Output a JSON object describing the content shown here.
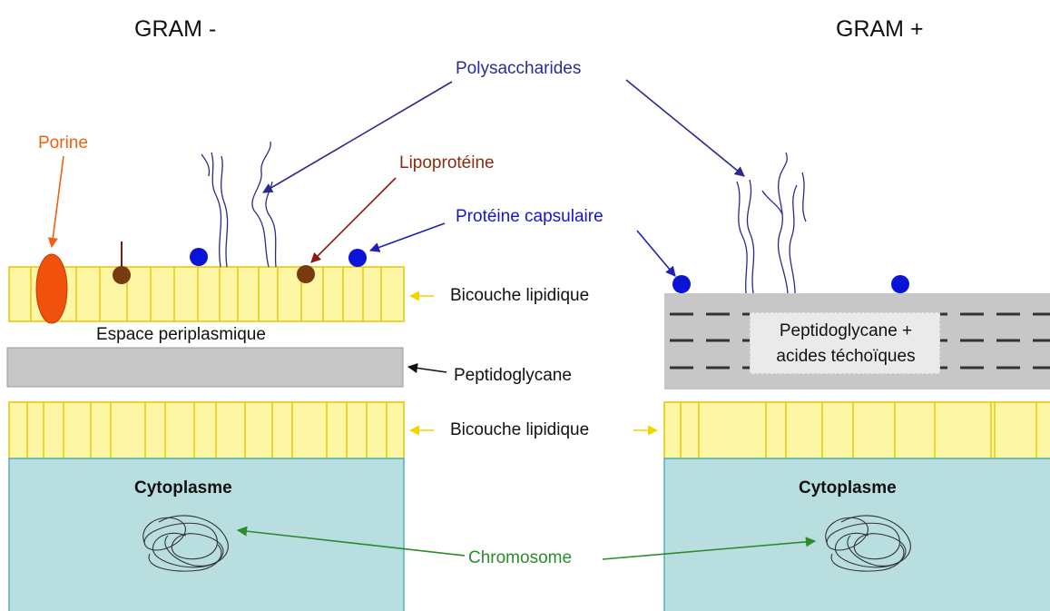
{
  "titles": {
    "gram_neg": "GRAM -",
    "gram_pos": "GRAM +"
  },
  "labels": {
    "polysaccharides": "Polysaccharides",
    "porine": "Porine",
    "lipoproteine": "Lipoprotéine",
    "proteine_capsulaire": "Protéine capsulaire",
    "bicouche_top": "Bicouche lipidique",
    "espace": "Espace periplasmique",
    "peptidoglycane": "Peptidoglycane",
    "bicouche_bottom": "Bicouche lipidique",
    "pep_gram_pos_line1": "Peptidoglycane +",
    "pep_gram_pos_line2": "acides téchoïques",
    "cytoplasme_left": "Cytoplasme",
    "cytoplasme_right": "Cytoplasme",
    "chromosome": "Chromosome"
  },
  "colors": {
    "lipid_yellow": "#fdf6a4",
    "lipid_line": "#e8c400",
    "peptidoglycan_gray": "#c7c7c7",
    "cytoplasm": "#b9dee0",
    "cytoplasm_border": "#4fb2b6",
    "polysaccharide_navy": "#2a2a8c",
    "capsule_blue": "#0a14d8",
    "porin_orange": "#f0520e",
    "lipoprotein_brown": "#7a3a10",
    "chromosome_green": "#2c8a2c",
    "chromosome_dark": "#333333"
  }
}
